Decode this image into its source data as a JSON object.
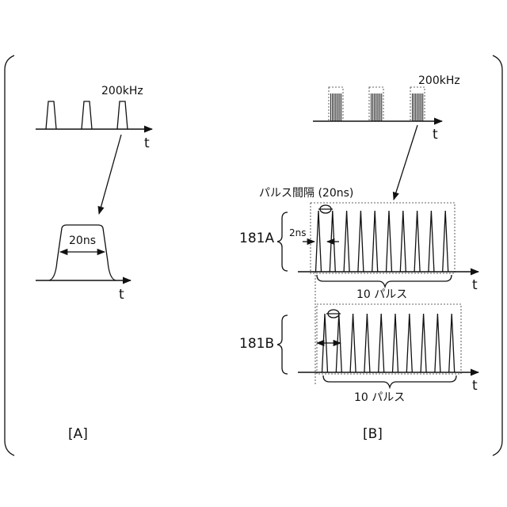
{
  "panel_a": {
    "freq_label": "200kHz",
    "t_top": "t",
    "width_label": "20ns",
    "t_bottom": "t",
    "caption": "[A]"
  },
  "panel_b": {
    "freq_label": "200kHz",
    "t_top": "t",
    "interval_label": "パルス間隔 (20ns)",
    "signal_a_label": "181A",
    "spacing_label": "2ns",
    "t_a": "t",
    "count_a": "10 パルス",
    "signal_b_label": "181B",
    "t_b": "t",
    "count_b": "10 パルス",
    "caption": "[B]"
  }
}
